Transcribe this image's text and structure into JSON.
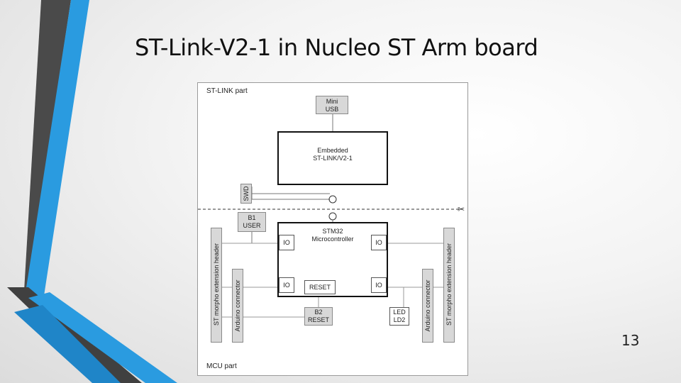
{
  "slide": {
    "title": "ST-Link-V2-1 in Nucleo ST Arm board",
    "number": "13",
    "colors": {
      "accent_blue": "#2b9fe0",
      "accent_dark": "#555555",
      "accent_light_blue": "#5fc0f0"
    }
  },
  "diagram": {
    "st_link_part": "ST-LINK part",
    "mcu_part": "MCU part",
    "mini_usb": [
      "Mini",
      "USB"
    ],
    "embedded": [
      "Embedded",
      "ST-LINK/V2-1"
    ],
    "swd": "SWD",
    "b1": [
      "B1",
      "USER"
    ],
    "stm32": [
      "STM32",
      "Microcontroller"
    ],
    "io": "IO",
    "reset": "RESET",
    "b2": [
      "B2",
      "RESET"
    ],
    "led": [
      "LED",
      "LD2"
    ],
    "morpho": "ST morpho extension header",
    "arduino": "Arduino connector"
  }
}
